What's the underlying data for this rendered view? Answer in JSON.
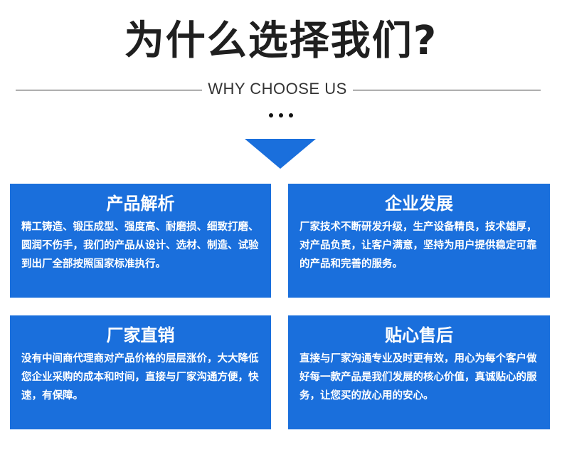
{
  "header": {
    "title": "为什么选择我们?",
    "subtitle": "WHY CHOOSE US"
  },
  "colors": {
    "accent": "#1a6fdc",
    "title_text": "#1f1f1f",
    "card_text": "#ffffff"
  },
  "cards": [
    {
      "title": "产品解析",
      "body": "精工铸造、锻压成型、强度高、耐磨损、细致打磨、圆润不伤手，我们的产品从设计、选材、制造、试验到出厂全部按照国家标准执行。"
    },
    {
      "title": "企业发展",
      "body": "厂家技术不断研发升级，生产设备精良，技术雄厚，对产品负责，让客户满意，坚持为用户提供稳定可靠的产品和完善的服务。"
    },
    {
      "title": "厂家直销",
      "body": "没有中间商代理商对产品价格的层层涨价，大大降低您企业采购的成本和时间，直接与厂家沟通方便，快速，有保障。"
    },
    {
      "title": "贴心售后",
      "body": "直接与厂家沟通专业及时更有效，用心为每个客户做好每一款产品是我们发展的核心价值，真诚贴心的服务，让您买的放心用的安心。"
    }
  ]
}
